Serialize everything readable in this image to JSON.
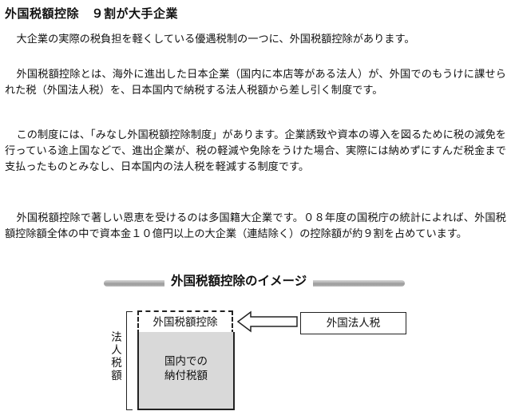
{
  "article": {
    "title": "外国税額控除　９割が大手企業",
    "paragraphs": [
      "大企業の実際の税負担を軽くしている優遇税制の一つに、外国税額控除があります。",
      "外国税額控除とは、海外に進出した日本企業（国内に本店等がある法人）が、外国でのもうけに課せられた税（外国法人税）を、日本国内で納税する法人税額から差し引く制度です。",
      "この制度には、「みなし外国税額控除制度」があります。企業誘致や資本の導入を図るために税の減免を行っている途上国などで、進出企業が、税の軽減や免除をうけた場合、実際には納めずにすんだ税金まで支払ったものとみなし、日本国内の法人税を軽減する制度です。",
      "外国税額控除で著しい恩恵を受けるのは多国籍大企業です。０８年度の国税庁の統計によれば、外国税額控除額全体の中で資本金１０億円以上の大企業（連結除く）の控除額が約９割を占めています。"
    ]
  },
  "diagram": {
    "title": "外国税額控除のイメージ",
    "axis_label": [
      "法",
      "人",
      "税",
      "額"
    ],
    "credit_box": "外国税額控除",
    "domestic_box": [
      "国内での",
      "納付税額"
    ],
    "foreign_box": "外国法人税"
  }
}
